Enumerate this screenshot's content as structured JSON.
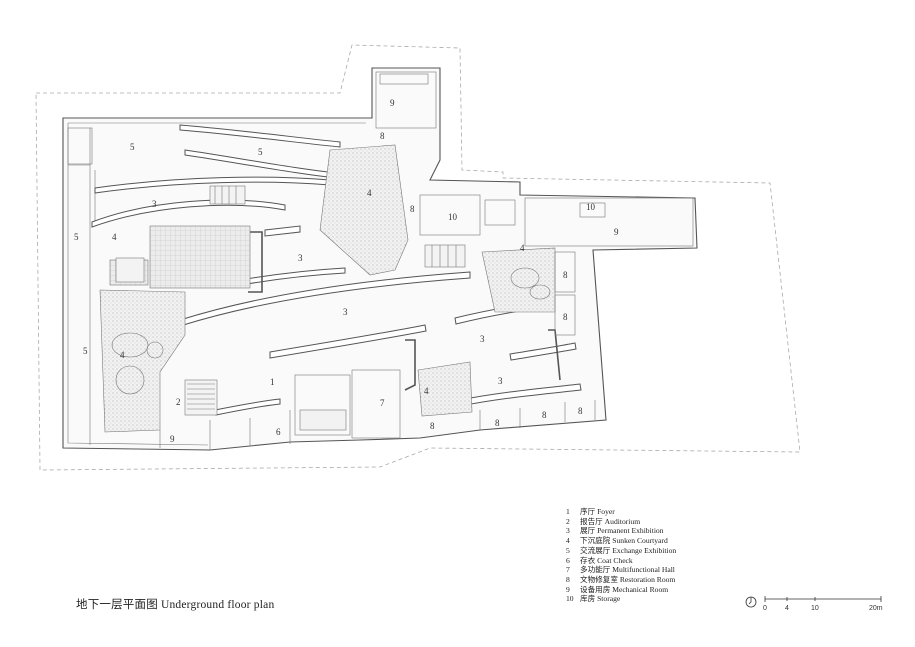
{
  "title": "地下一层平面图  Underground floor plan",
  "room_numbers": [
    "1",
    "2",
    "3",
    "4",
    "5",
    "6",
    "7",
    "8",
    "9",
    "10"
  ],
  "legend": [
    {
      "num": "1",
      "label": "序厅 Foyer"
    },
    {
      "num": "2",
      "label": "报告厅 Auditorium"
    },
    {
      "num": "3",
      "label": "展厅 Permanent Exhibition"
    },
    {
      "num": "4",
      "label": "下沉庭院 Sunken Courtyard"
    },
    {
      "num": "5",
      "label": "交流展厅 Exchange Exhibition"
    },
    {
      "num": "6",
      "label": "存衣 Coat Check"
    },
    {
      "num": "7",
      "label": "多功能厅 Multifunctional Hall"
    },
    {
      "num": "8",
      "label": "文物修复室 Restoration Room"
    },
    {
      "num": "9",
      "label": "设备用房 Mechanical Room"
    },
    {
      "num": "10",
      "label": "库房 Storage"
    }
  ],
  "scale": {
    "ticks": [
      "0",
      "4",
      "10",
      "20m"
    ]
  },
  "icons": {
    "north": "north-arrow-icon"
  }
}
